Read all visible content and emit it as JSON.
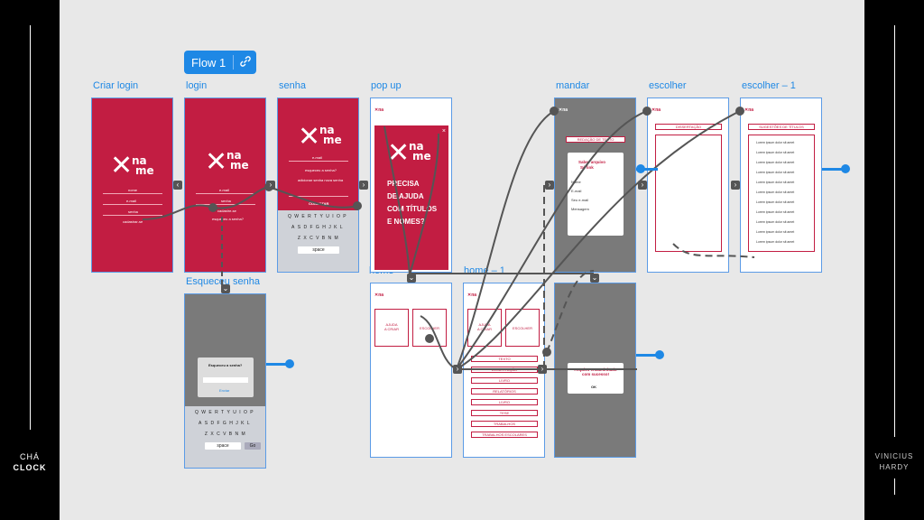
{
  "left_brand": {
    "line1": "CHÁ",
    "line2": "CLOCK"
  },
  "right_brand": {
    "line1": "VINICIUS",
    "line2": "HARDY"
  },
  "flow_button": {
    "label": "Flow 1",
    "icon": "link-icon"
  },
  "frames": {
    "criar_login": {
      "title": "Criar login",
      "fields": [
        "nome",
        "e-mail",
        "senha"
      ],
      "button": "cadastrar-se",
      "brand_x": "✕",
      "brand_na": "na",
      "brand_me": "me"
    },
    "login": {
      "title": "login",
      "fields": [
        "e-mail",
        "senha"
      ],
      "link1": "cadastre-se",
      "link2": "esqueceu a senha?"
    },
    "senha": {
      "title": "senha",
      "fields": [
        "e-mail",
        "esqueceu a senha?",
        "adicionar senha nova senha"
      ],
      "button": "CONECTAR",
      "keyboard_space": "space"
    },
    "pop_up": {
      "title": "pop up",
      "headline": [
        "PRECISA",
        "DE AJUDA",
        "COM TÍTULOS",
        "E NOMES?"
      ]
    },
    "mandar": {
      "title": "mandar",
      "header": "REDAÇÃO DE TEXTO",
      "popup_title": "Saber arquivo",
      "popup_sub": "Só link",
      "fields": [
        "Nome",
        "E-mail",
        "Seu e-mail",
        "Mensagem"
      ]
    },
    "escolher": {
      "title": "escolher",
      "header": "DISSERTAÇÃO"
    },
    "escolher_1": {
      "title": "escolher – 1",
      "header": "SUGESTÕES DE TÍTULOS",
      "items": [
        "Lorem ipsum dolor sit amet",
        "Lorem ipsum dolor sit amet",
        "Lorem ipsum dolor sit amet",
        "Lorem ipsum dolor sit amet",
        "Lorem ipsum dolor sit amet",
        "Lorem ipsum dolor sit amet",
        "Lorem ipsum dolor sit amet",
        "Lorem ipsum dolor sit amet",
        "Lorem ipsum dolor sit amet",
        "Lorem ipsum dolor sit amet",
        "Lorem ipsum dolor sit amet"
      ]
    },
    "esqueceu_senha": {
      "title": "Esqueceu senha",
      "dialog_title": "Esqueceu a senha?",
      "dialog_btn": "Enviar",
      "keyboard_space": "space",
      "keyboard_go": "Go"
    },
    "home": {
      "title": "home",
      "card1": [
        "AJUDA",
        "A CRIAR"
      ],
      "card2": "ESCOLHER"
    },
    "home_1": {
      "title": "home – 1",
      "card1": [
        "AJUDA",
        "A CRIAR"
      ],
      "card2": "ESCOLHER",
      "list": [
        "TEXTO",
        "DISSERTAÇÃO",
        "LIVRO",
        "RELATÓRIOS",
        "LIVRO",
        "TESE",
        "TRABALHOS",
        "TRABALHOS ESCOLARES"
      ]
    },
    "mandar_1": {
      "title": "manda",
      "dialog_title": "Arquivo encaminhado com sucesso!",
      "dialog_btn": "OK"
    }
  },
  "colors": {
    "brand_red": "#c21d42",
    "accent_blue": "#1e88e5",
    "canvas": "#e8e8e8"
  }
}
